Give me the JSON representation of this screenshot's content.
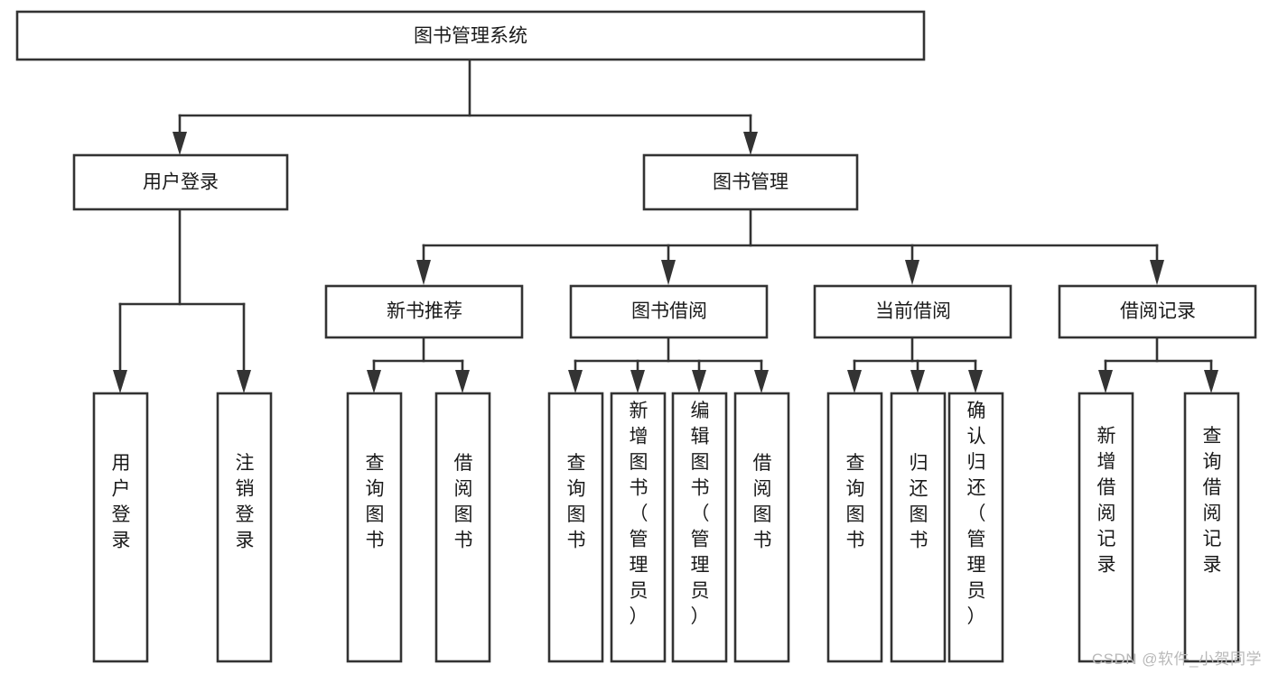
{
  "diagram": {
    "title": "图书管理系统",
    "type": "hierarchy-tree",
    "orientation": "top-down",
    "colors": {
      "box_stroke": "#333333",
      "box_fill": "#ffffff",
      "text": "#1a1a1a",
      "background": "#ffffff",
      "watermark": "#b9b9b9"
    },
    "levels": {
      "root": {
        "label": "图书管理系统"
      },
      "level2": [
        {
          "label": "用户登录"
        },
        {
          "label": "图书管理"
        }
      ],
      "level3": [
        {
          "label": "新书推荐"
        },
        {
          "label": "图书借阅"
        },
        {
          "label": "当前借阅"
        },
        {
          "label": "借阅记录"
        }
      ],
      "leaves": [
        {
          "label": "用户登录",
          "parent": "用户登录"
        },
        {
          "label": "注销登录",
          "parent": "用户登录"
        },
        {
          "label": "查询图书",
          "parent": "新书推荐"
        },
        {
          "label": "借阅图书",
          "parent": "新书推荐"
        },
        {
          "label": "查询图书",
          "parent": "图书借阅"
        },
        {
          "label": "新增图书（管理员）",
          "parent": "图书借阅"
        },
        {
          "label": "编辑图书（管理员）",
          "parent": "图书借阅"
        },
        {
          "label": "借阅图书",
          "parent": "图书借阅"
        },
        {
          "label": "查询图书",
          "parent": "当前借阅"
        },
        {
          "label": "归还图书",
          "parent": "当前借阅"
        },
        {
          "label": "确认归还（管理员）",
          "parent": "当前借阅"
        },
        {
          "label": "新增借阅记录",
          "parent": "借阅记录"
        },
        {
          "label": "查询借阅记录",
          "parent": "借阅记录"
        }
      ]
    }
  },
  "watermark": {
    "text": "CSDN @软件_小贺同学"
  }
}
